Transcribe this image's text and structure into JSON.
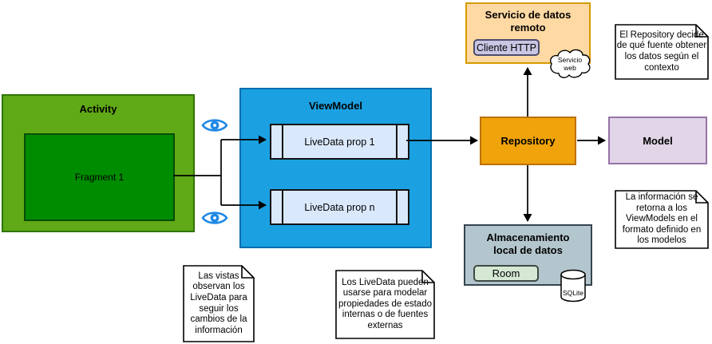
{
  "activity": {
    "title": "Activity",
    "fragment": "Fragment 1"
  },
  "viewmodel": {
    "title": "ViewModel",
    "livedata_1": "LiveData prop 1",
    "livedata_n": "LiveData prop n"
  },
  "repository": {
    "label": "Repository"
  },
  "model": {
    "label": "Model"
  },
  "remote_service": {
    "title": "Servicio de datos remoto",
    "client": "Cliente HTTP",
    "cloud": "Servicio web"
  },
  "local_storage": {
    "title": "Almacenamiento local de datos",
    "room": "Room",
    "db": "SQLite"
  },
  "notes": {
    "repository_note": "El Repository decide de qué fuente obtener los datos según el contexto",
    "model_note": "La información se retorna a los ViewModels en el formato definido en los modelos",
    "views_note": "Las vistas observan los LiveData para seguir los cambios de la información",
    "livedata_note": "Los LiveData pueden usarse para modelar propiedades de estado internas o de fuentes externas"
  },
  "icons": {
    "observe_top": "eye-icon",
    "observe_bottom": "eye-icon",
    "web_service": "cloud-icon",
    "database": "database-cylinder-icon"
  },
  "colors": {
    "activity_fill": "#60a917",
    "activity_border": "#2d7600",
    "fragment_fill": "#008c00",
    "viewmodel_fill": "#1ba1e2",
    "viewmodel_border": "#006eaf",
    "livedata_fill": "#dae8fc",
    "repository_fill": "#f0a30a",
    "repository_border": "#bd7000",
    "model_fill": "#e1d5e7",
    "model_border": "#9673a6",
    "remote_fill": "#ffd9a3",
    "remote_border": "#d79b00",
    "client_fill": "#c9c6e4",
    "storage_fill": "#b3c6cd",
    "room_fill": "#d5e8d4",
    "eye_blue": "#1e88e5",
    "connector": "#000000"
  }
}
